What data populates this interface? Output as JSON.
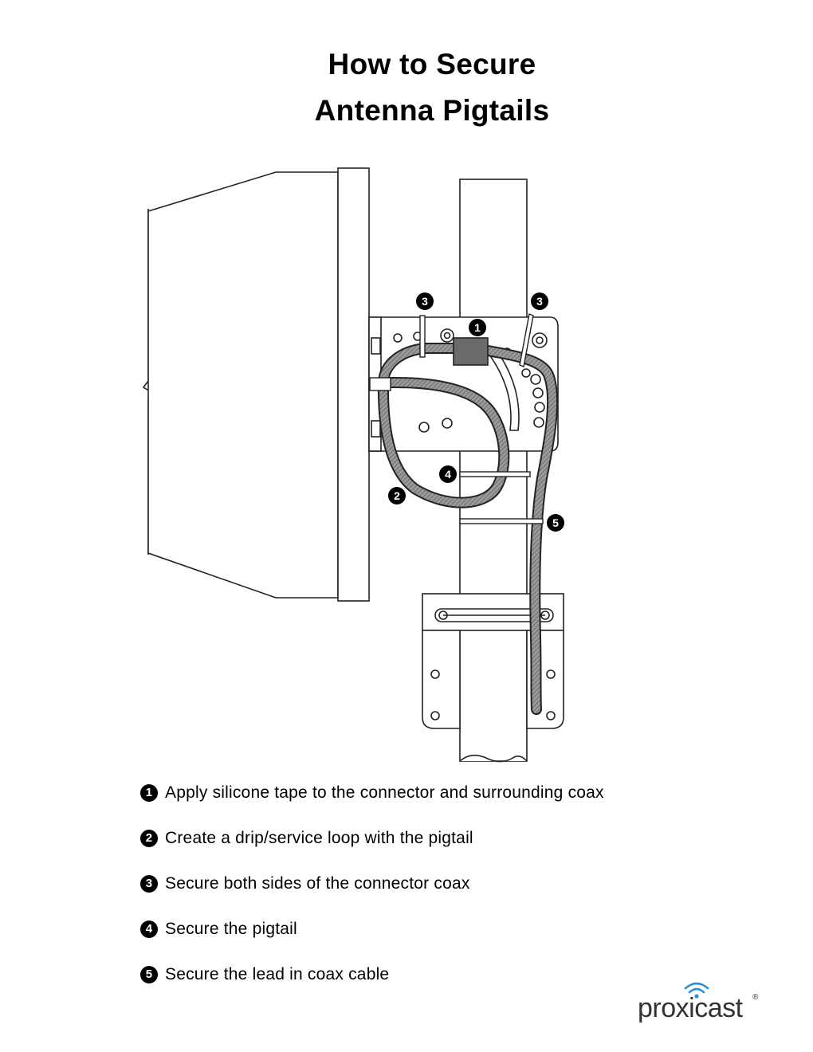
{
  "title": {
    "line1": "How to Secure",
    "line2": "Antenna Pigtails"
  },
  "callouts": {
    "one": "1",
    "two": "2",
    "three": "3",
    "four": "4",
    "five": "5"
  },
  "steps": [
    {
      "number": "1",
      "text": "Apply silicone tape to the connector and surrounding coax"
    },
    {
      "number": "2",
      "text": "Create a drip/service loop with the pigtail"
    },
    {
      "number": "3",
      "text": "Secure both sides of the connector coax"
    },
    {
      "number": "4",
      "text": "Secure the pigtail"
    },
    {
      "number": "5",
      "text": "Secure the lead in coax cable"
    }
  ],
  "logo": {
    "text": "proxicast",
    "registered": "®",
    "icon": "wifi-signal-icon",
    "icon_color": "#2f8fd0"
  }
}
